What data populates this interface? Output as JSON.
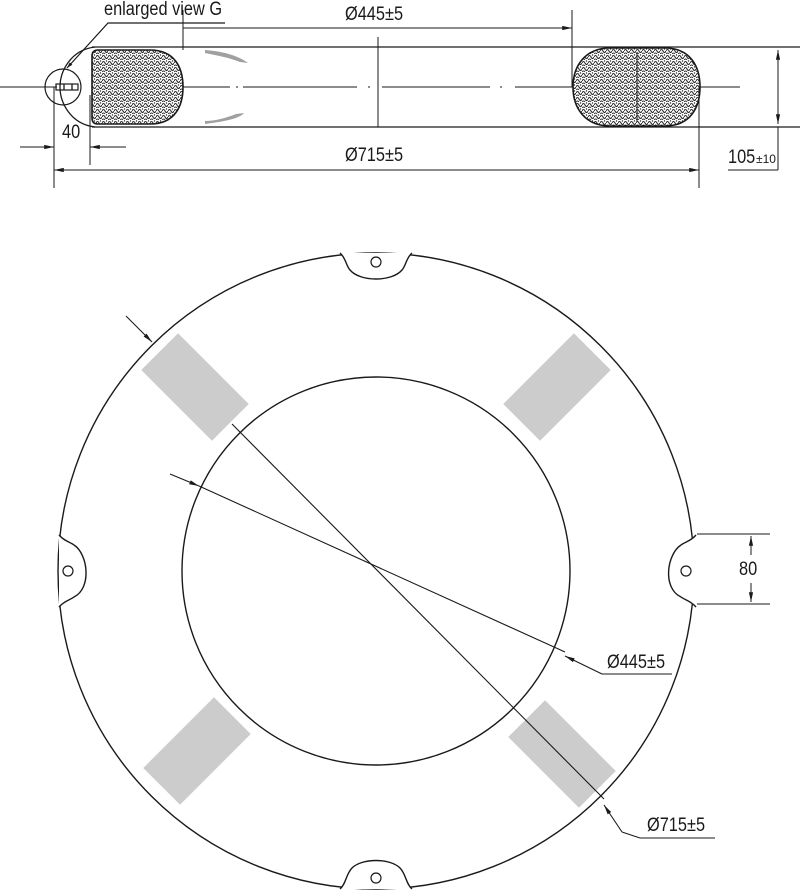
{
  "drawing": {
    "title": "Lifebuoy ring technical drawing",
    "colors": {
      "line": "#1a1a1a",
      "band": "#cccccc",
      "hatch": "#333333",
      "shade": "#a0a0a0",
      "background": "#ffffff"
    }
  },
  "side_view": {
    "callout": "enlarged view G",
    "dim_inner": "Ø445±5",
    "dim_outer": "Ø715±5",
    "dim_width": "40",
    "dim_thickness_main": "105",
    "dim_thickness_tol": "±10"
  },
  "plan_view": {
    "dim_inner": "Ø445±5",
    "dim_outer": "Ø715±5",
    "dim_grab_line_lug": "80",
    "bands": 4,
    "lugs": 4
  }
}
